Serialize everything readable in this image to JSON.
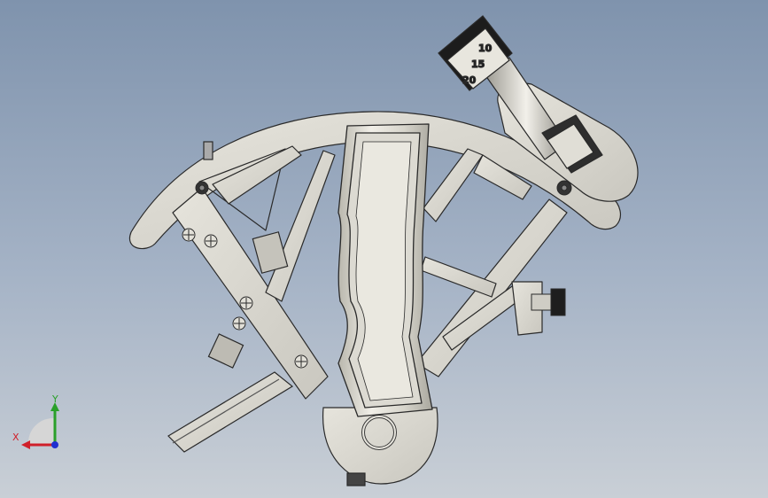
{
  "viewport": {
    "background_top": "#7f93ad",
    "background_bottom": "#c9cfd6"
  },
  "model": {
    "name": "sextant",
    "part_color": "#d8d6ce",
    "edge_color": "#2a2a2a",
    "drum_numbers": [
      "10",
      "15",
      "20"
    ]
  },
  "triad": {
    "x_label": "X",
    "y_label": "Y",
    "x_color": "#d0202a",
    "y_color": "#2aa02a",
    "z_color": "#2030d0"
  }
}
